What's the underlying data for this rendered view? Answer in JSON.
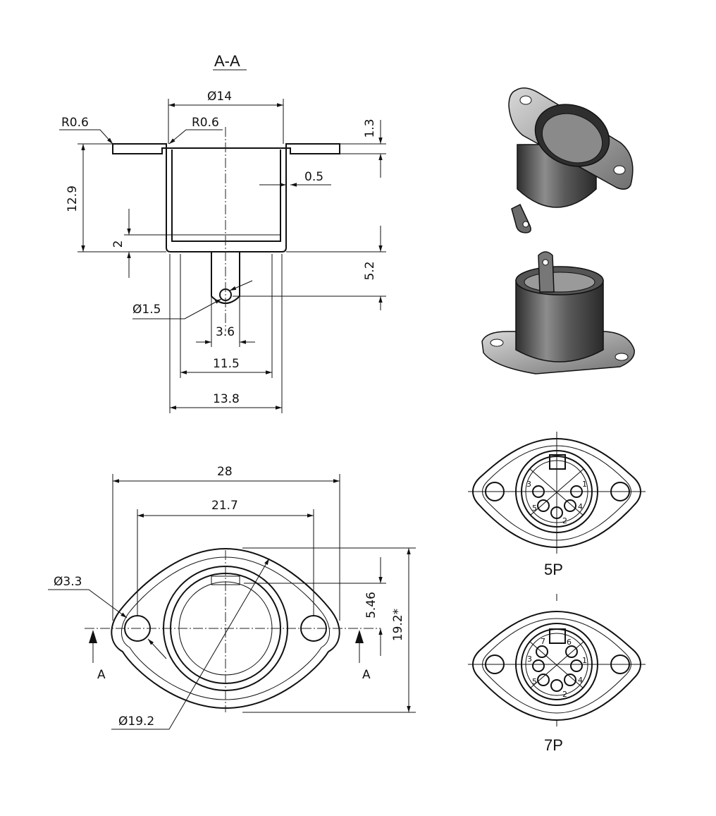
{
  "section_label": "A-A",
  "side_view": {
    "dia_top": "Ø14",
    "r_left": "R0.6",
    "r_right": "R0.6",
    "h_flange": "1.3",
    "wall": "0.5",
    "height": "12.9",
    "bottom": "2",
    "tab_len": "5.2",
    "hole": "Ø1.5",
    "tab_w": "3.6",
    "inner_w": "11.5",
    "outer_w": "13.8"
  },
  "front_view": {
    "overall": "28",
    "hole_spacing": "21.7",
    "mount_hole": "Ø3.3",
    "body_dia": "Ø19.2",
    "offset": "5.46",
    "height": "19.2*",
    "section_a_left": "A",
    "section_a_right": "A"
  },
  "variants": [
    {
      "label": "5P",
      "pins": [
        "1",
        "2",
        "3",
        "4",
        "5"
      ]
    },
    {
      "label": "7P",
      "pins": [
        "1",
        "2",
        "3",
        "4",
        "5",
        "6",
        "7"
      ]
    }
  ],
  "colors": {
    "line": "#111111",
    "background": "#ffffff",
    "render_dark": "#3a3a3a",
    "render_light": "#9a9a9a"
  }
}
